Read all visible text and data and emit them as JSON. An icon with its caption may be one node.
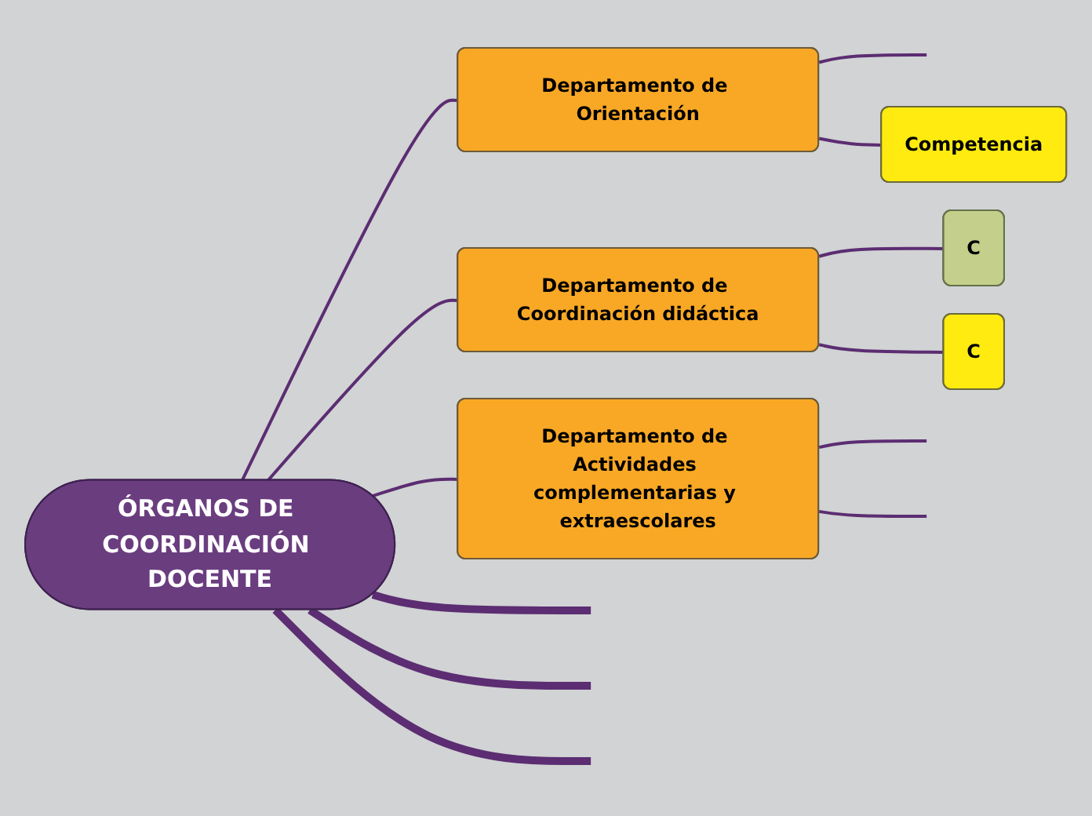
{
  "diagram": {
    "nodes": [
      {
        "text": [
          "ÓRGANOS DE COORDINACIÓN DOCENTE"
        ]
      },
      {
        "text": [
          "Departamento de Orientación"
        ]
      },
      {
        "text": [
          "Competencia"
        ]
      },
      {
        "text": [
          "Departamento de Coordinación didáctica"
        ]
      },
      {
        "text": [
          "C"
        ]
      },
      {
        "text": [
          "C"
        ]
      },
      {
        "text": [
          "Departamento de Actividades complementarias y extraescolares"
        ]
      }
    ],
    "edges": [
      {
        "from": 0,
        "to": null,
        "arrow": "none",
        "style": "thick"
      },
      {
        "from": 0,
        "to": 1,
        "arrow": "none"
      },
      {
        "from": 1,
        "to": null,
        "arrow": "none"
      },
      {
        "from": 1,
        "to": 2,
        "arrow": "none"
      },
      {
        "from": 0,
        "to": 3,
        "arrow": "none"
      },
      {
        "from": 3,
        "to": 4,
        "arrow": "none"
      },
      {
        "from": 3,
        "to": 5,
        "arrow": "none"
      },
      {
        "from": 0,
        "to": 6,
        "arrow": "none"
      },
      {
        "from": 6,
        "to": null,
        "arrow": "none"
      },
      {
        "from": 6,
        "to": null,
        "arrow": "none"
      },
      {
        "from": 0,
        "to": null,
        "arrow": "none",
        "style": "thick"
      },
      {
        "from": 0,
        "to": null,
        "arrow": "none",
        "style": "thick"
      }
    ]
  }
}
